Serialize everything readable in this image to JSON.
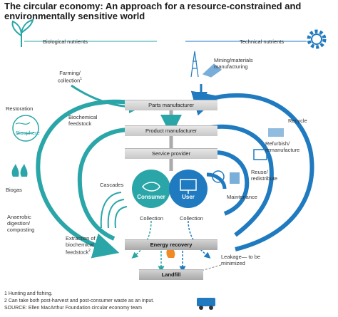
{
  "title": "The circular economy: An approach for a resource-constrained and environmentally sensitive world",
  "biological_nutrients": "Biological nutrients",
  "technical_nutrients": "Technical nutrients",
  "mining": "Mining/materials manufacturing",
  "farming": "Farming/ collection",
  "farming_sup": "1",
  "restoration": "Restoration",
  "biosphere": "Biosphere",
  "biochemical_feedstock": "Biochemical feedstock",
  "biogas": "Biogas",
  "anaerobic": "Anaerobic digestion/ composting",
  "extraction": "Extraction of biochemical feedstock",
  "extraction_sup": "2",
  "cascades": "Cascades",
  "consumer": "Consumer",
  "user": "User",
  "collection_left": "Collection",
  "collection_right": "Collection",
  "parts_manufacturer": "Parts manufacturer",
  "product_manufacturer": "Product manufacturer",
  "service_provider": "Service provider",
  "energy_recovery": "Energy recovery",
  "landfill": "Landfill",
  "recycle": "Recycle",
  "refurbish": "Refurbish/ remanufacture",
  "reuse": "Reuse/ redistribute",
  "maintenance": "Maintenance",
  "leakage": "Leakage— to be minimized",
  "footnotes": [
    "1  Hunting and fishing.",
    "2  Can take both post-harvest and post-consumer waste as an input."
  ],
  "source": "SOURCE: Ellen MacArthur Foundation circular economy team",
  "colors": {
    "biological": "#2aa6a8",
    "technical": "#1f7ac0",
    "bar": "#cfcfcf"
  }
}
